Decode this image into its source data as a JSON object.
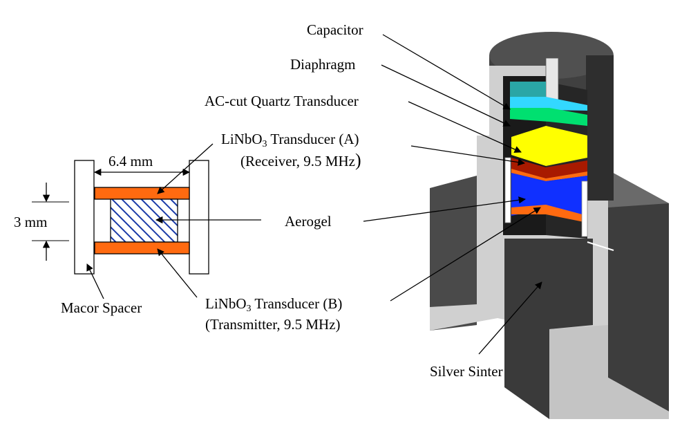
{
  "labels": {
    "capacitor": "Capacitor",
    "diaphragm": "Diaphragm",
    "quartz": "AC-cut Quartz Transducer",
    "linbo_a_pre": "LiNbO",
    "linbo_a_sub": "3",
    "linbo_a_post": " Transducer (A)",
    "receiver": "(Receiver, 9.5 MHz",
    "receiver_paren": ")",
    "aerogel": "Aerogel",
    "linbo_b_pre": "LiNbO",
    "linbo_b_sub": "3",
    "linbo_b_post": " Transducer (B)",
    "transmitter": "(Transmitter, 9.5 MHz)",
    "macor": "Macor Spacer",
    "silver_sinter": "Silver Sinter",
    "width_dim": "6.4 mm",
    "height_dim": "3 mm"
  },
  "colors": {
    "transducer_orange": "#ff6a10",
    "aerogel_hatch": "#1a3aa8",
    "quartz_yellow": "#ffff00",
    "diaphragm_green": "#00e070",
    "capacitor_cyan": "#33d8ff",
    "aerogel_blue": "#1030ff",
    "linbo_dark_red": "#a81a00",
    "cell_gray": "#d0d0d0",
    "body_dark": "#555555"
  }
}
